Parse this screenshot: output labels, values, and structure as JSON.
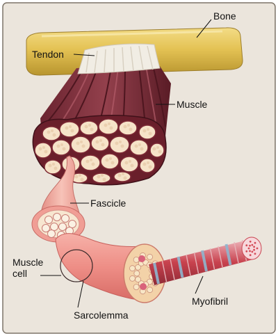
{
  "labels": {
    "bone": "Bone",
    "tendon": "Tendon",
    "muscle": "Muscle",
    "fascicle": "Fascicle",
    "muscle_cell_line1": "Muscle",
    "muscle_cell_line2": "cell",
    "myofibril": "Myofibril",
    "sarcolemma": "Sarcolemma"
  },
  "colors": {
    "panel_bg": "#ebe5dc",
    "panel_border": "#7d7469",
    "bone": "#e4c254",
    "bone_shade": "#b8952f",
    "tendon": "#f1ede4",
    "muscle_dark": "#5e1e28",
    "muscle_mid": "#8a3340",
    "fascicle_pink": "#f0a99f",
    "cell_pink": "#ee8e86",
    "fiber_cream": "#f6e9d6",
    "myofibril_red": "#c8424e",
    "myofibril_blue": "#8fb6cf"
  }
}
